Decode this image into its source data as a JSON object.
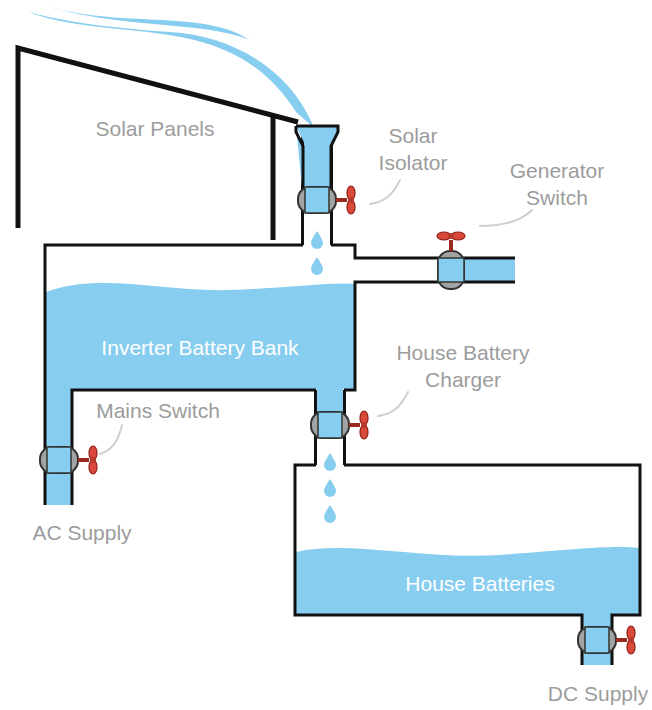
{
  "diagram": {
    "nodes": [
      {
        "text": [
          "Solar Panels"
        ]
      },
      {
        "text": [
          "Inverter Battery Bank"
        ]
      },
      {
        "text": [
          "House Batteries"
        ]
      }
    ],
    "edges": [
      {
        "from": 0,
        "to": 1,
        "arrow": "none"
      },
      {
        "from": 1,
        "to": 2,
        "arrow": "none"
      }
    ],
    "labels": [
      "Solar Isolator",
      "Generator Switch",
      "House Battery Charger",
      "Mains Switch",
      "AC Supply",
      "DC Supply"
    ]
  }
}
